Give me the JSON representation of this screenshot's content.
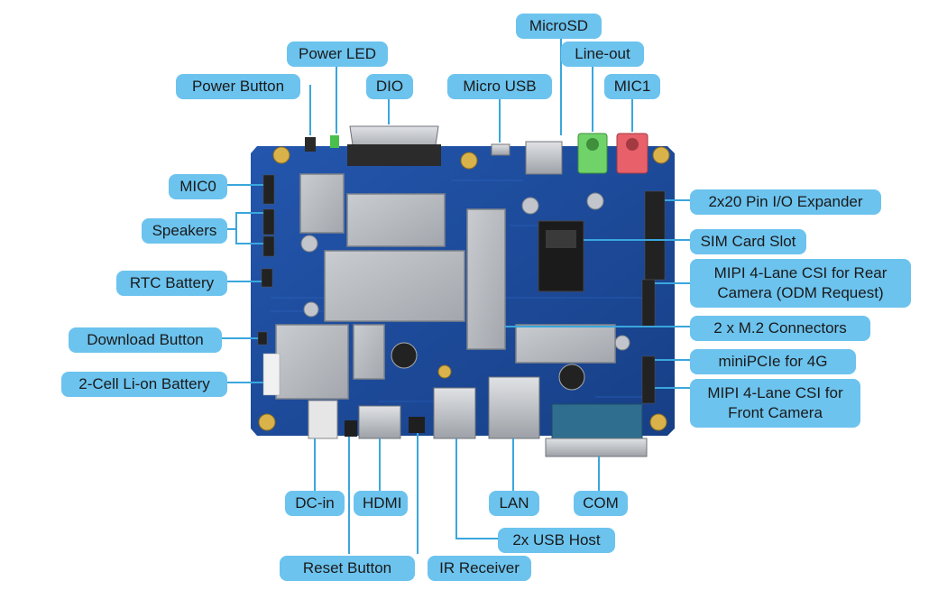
{
  "diagram": {
    "labels": {
      "microsd": "MicroSD",
      "power_led": "Power LED",
      "line_out": "Line-out",
      "power_button": "Power Button",
      "dio": "DIO",
      "micro_usb": "Micro USB",
      "mic1": "MIC1",
      "mic0": "MIC0",
      "speakers": "Speakers",
      "rtc_battery": "RTC Battery",
      "download_button": "Download Button",
      "li_on_battery": "2-Cell Li-on Battery",
      "io_expander": "2x20 Pin I/O Expander",
      "sim_card_slot": "SIM Card Slot",
      "mipi_rear_line1": "MIPI 4-Lane CSI for Rear",
      "mipi_rear_line2": "Camera (ODM Request)",
      "m2_connectors": "2 x M.2 Connectors",
      "minipcie": "miniPCIe for 4G",
      "mipi_front_line1": "MIPI 4-Lane CSI for",
      "mipi_front_line2": "Front Camera",
      "dc_in": "DC-in",
      "hdmi": "HDMI",
      "lan": "LAN",
      "com": "COM",
      "usb_host": "2x USB Host",
      "reset_button": "Reset Button",
      "ir_receiver": "IR Receiver"
    },
    "colors": {
      "callout_bg": "#6cc3ee",
      "leader_line": "#3aa6dd",
      "pcb": "#1d4fa3",
      "pcb_dark": "#173f86",
      "shield": "#b9bcc0",
      "mount_hole": "#d9b24a"
    }
  }
}
